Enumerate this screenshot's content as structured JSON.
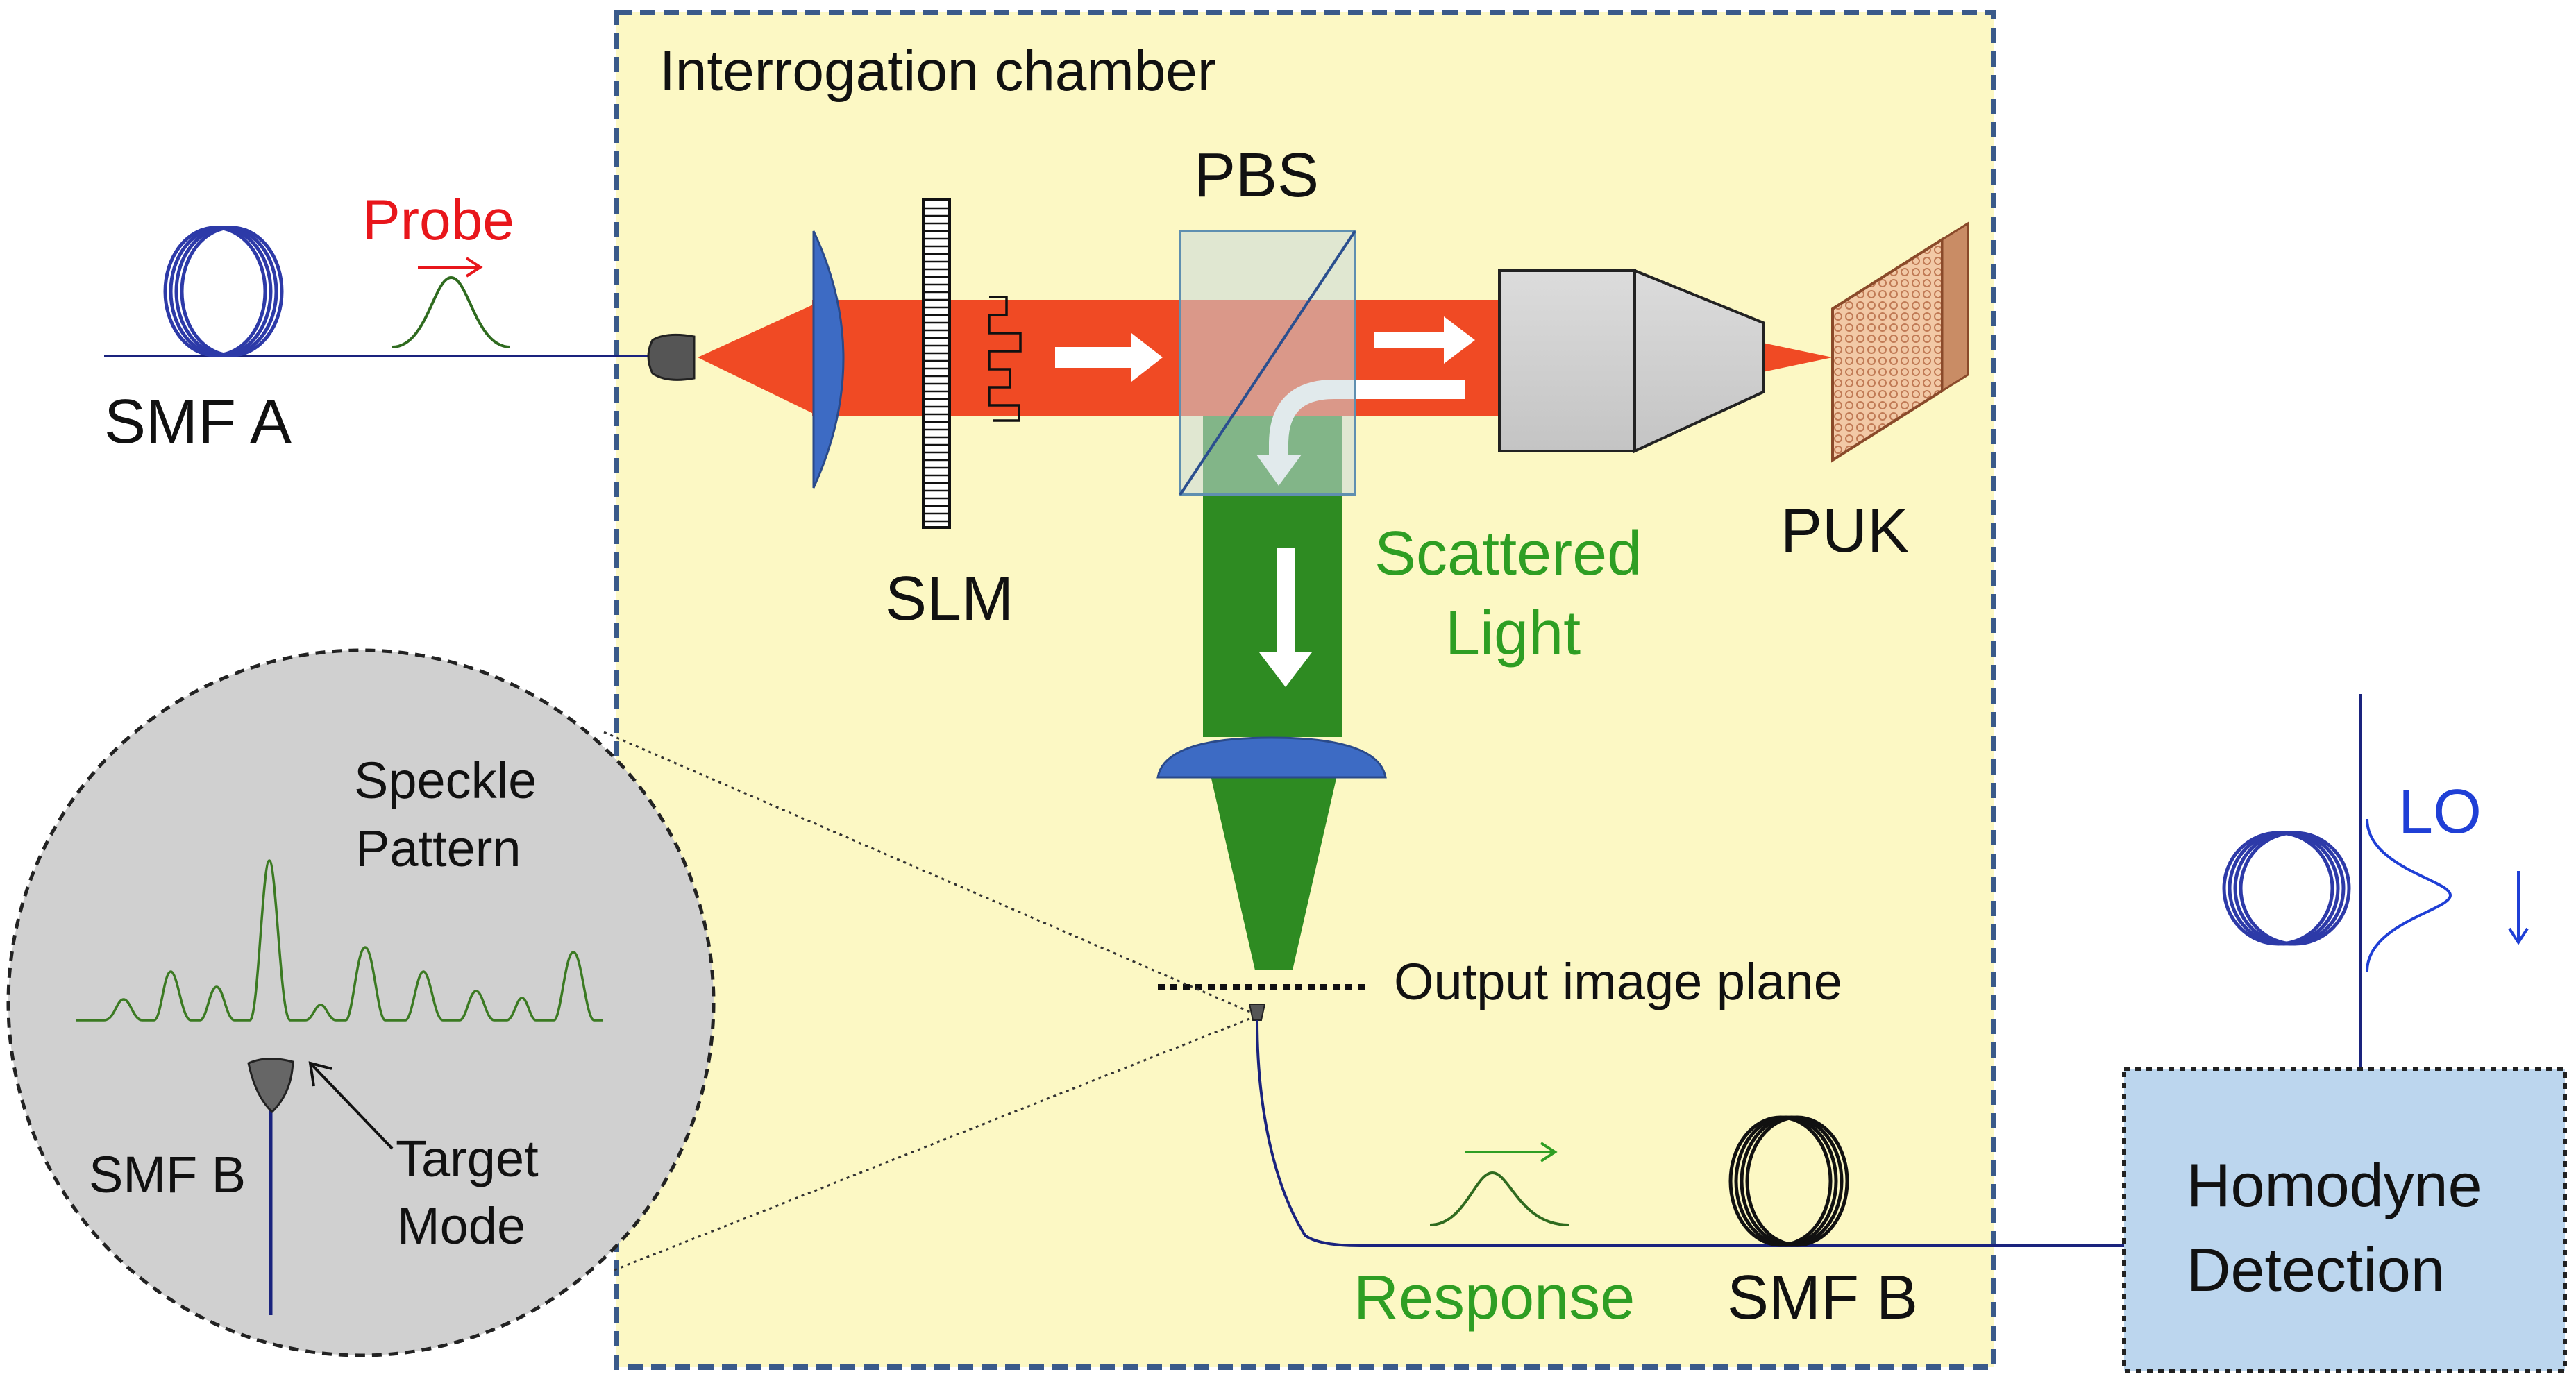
{
  "labels": {
    "chamber": "Interrogation chamber",
    "probe": "Probe",
    "smf_a": "SMF A",
    "pbs": "PBS",
    "slm": "SLM",
    "puk": "PUK",
    "scattered_1": "Scattered",
    "scattered_2": "Light",
    "output_plane": "Output image plane",
    "speckle_1": "Speckle",
    "speckle_2": "Pattern",
    "inset_smf_b": "SMF B",
    "target_1": "Target",
    "target_2": "Mode",
    "response": "Response",
    "smf_b": "SMF B",
    "lo": "LO",
    "homodyne_1": "Homodyne",
    "homodyne_2": "Detection"
  },
  "colors": {
    "chamber_fill": "#fcf8c4",
    "chamber_border": "#3a5a8a",
    "probe_beam": "#f04a24",
    "scattered_beam": "#2e8b22",
    "lens": "#3d6bc4",
    "fiber": "#1a237e",
    "probe_text": "#e8161b",
    "green_text": "#2e9e23",
    "lo_text": "#1f3fd6",
    "detector_fill": "#bcd6ee",
    "inset_fill": "#d0d0d0",
    "objective": "#d9d9d9",
    "puk": "#e8b48c"
  },
  "icons": [
    "fiber-coil-icon",
    "fiber-connector-icon",
    "white-arrow-icon",
    "pulse-icon",
    "lens-icon",
    "objective-icon",
    "puk-icon"
  ]
}
